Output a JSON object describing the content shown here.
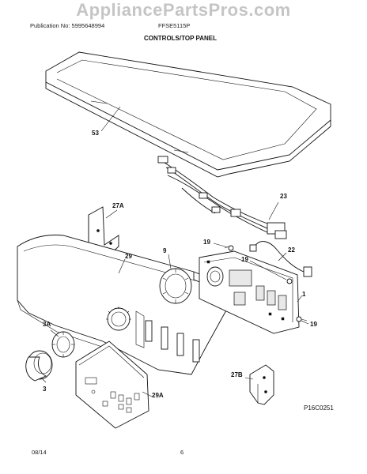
{
  "watermark": "AppliancePartsPros.com",
  "header": {
    "publication": "Publication No: 5995648994",
    "model": "FFSE5115P",
    "section_title": "CONTROLS/TOP PANEL"
  },
  "callouts": {
    "c53": "53",
    "c23": "23",
    "c27a": "27A",
    "c29": "29",
    "c9": "9",
    "c19a": "19",
    "c19b": "19",
    "c19c": "19",
    "c22": "22",
    "c1": "1",
    "c3a": "3A",
    "c3": "3",
    "c29a": "29A",
    "c27b": "27B"
  },
  "diagram_id": "P16C0251",
  "footer": {
    "date": "08/14",
    "page": "6"
  }
}
